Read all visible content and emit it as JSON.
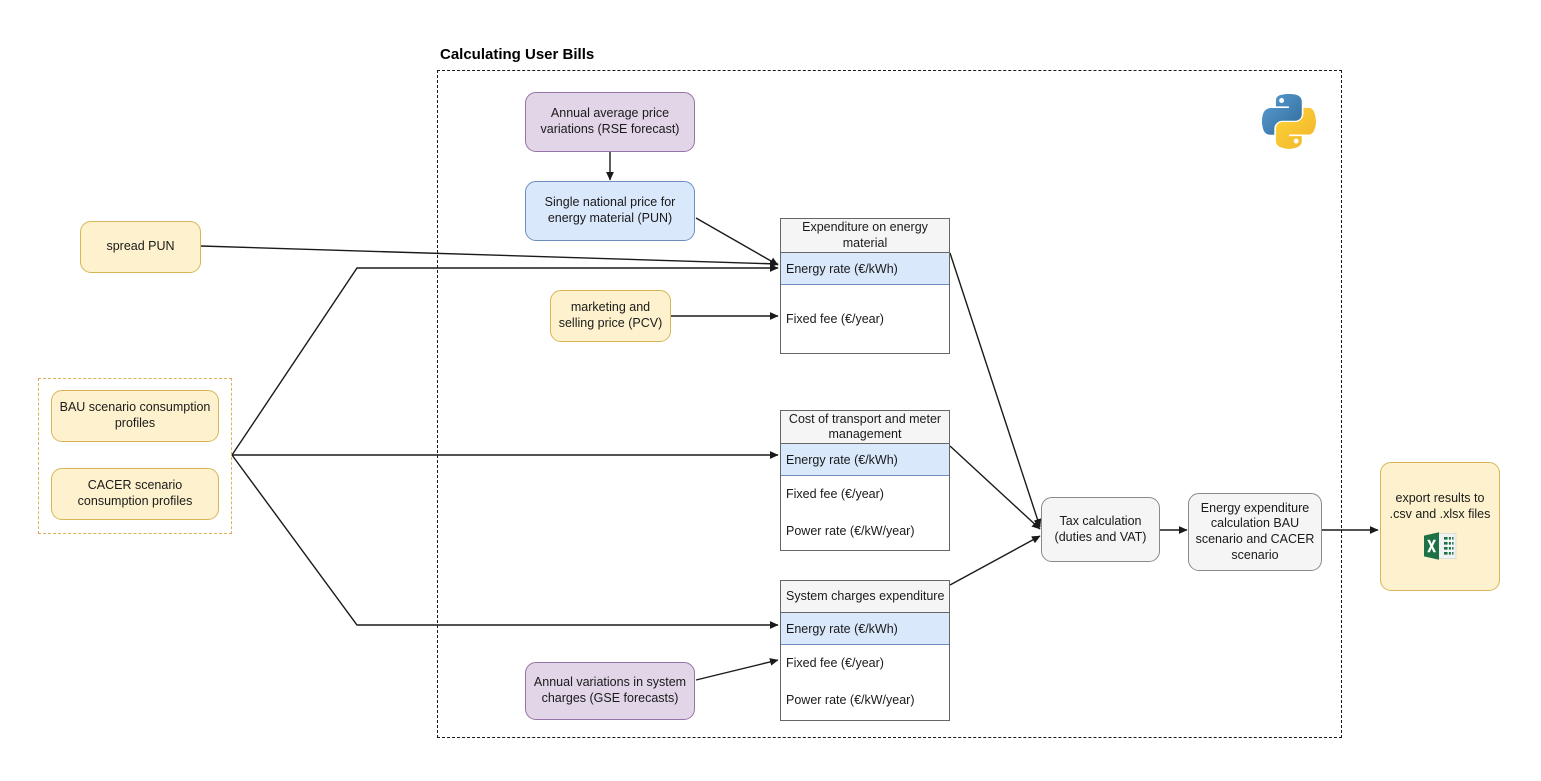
{
  "diagram": {
    "title": "Calculating User Bills",
    "language_icon": "python-logo",
    "export_icon": "excel-icon"
  },
  "inputs": {
    "spread_pun": "spread PUN",
    "bau_profiles": "BAU scenario consumption profiles",
    "cacer_profiles": "CACER scenario consumption profiles"
  },
  "forecasts": {
    "rse": "Annual average price variations (RSE forecast)",
    "gse": "Annual variations in system charges (GSE forecasts)"
  },
  "prices": {
    "pun": "Single national price for energy material (PUN)",
    "pcv": "marketing and selling price (PCV)"
  },
  "tables": [
    {
      "name": "expenditure-on-energy-material",
      "header": "Expenditure on energy material",
      "header_align": "center",
      "rows": [
        {
          "label": "Energy rate (€/kWh)",
          "highlighted": true
        },
        {
          "label": "Fixed fee (€/year)",
          "highlighted": false
        }
      ]
    },
    {
      "name": "cost-of-transport-and-meter-management",
      "header": "Cost of transport and meter management",
      "header_align": "center",
      "rows": [
        {
          "label": "Energy rate (€/kWh)",
          "highlighted": true
        },
        {
          "label": "Fixed fee (€/year)",
          "highlighted": false
        },
        {
          "label": "Power rate (€/kW/year)",
          "highlighted": false
        }
      ]
    },
    {
      "name": "system-charges-expenditure",
      "header": "System charges expenditure",
      "header_align": "left",
      "rows": [
        {
          "label": "Energy rate (€/kWh)",
          "highlighted": true
        },
        {
          "label": "Fixed fee (€/year)",
          "highlighted": false
        },
        {
          "label": "Power rate (€/kW/year)",
          "highlighted": false
        }
      ]
    }
  ],
  "process": {
    "tax": "Tax calculation (duties and VAT)",
    "energy_expenditure": "Energy expenditure calculation BAU scenario and CACER scenario",
    "export": "export results to .csv and .xlsx files"
  },
  "colors": {
    "yellow_fill": "#fdf2cd",
    "yellow_stroke": "#d6b656",
    "purple_fill": "#e1d5e7",
    "purple_stroke": "#9673a6",
    "blue_fill": "#dae8fc",
    "blue_stroke": "#6c8ebf",
    "grey_fill": "#f5f5f5",
    "grey_stroke": "#8a8a8a",
    "edge": "#1a1a1a",
    "excel_green": "#1e7145",
    "python_blue": "#366f9f",
    "python_yellow": "#f6d355"
  }
}
